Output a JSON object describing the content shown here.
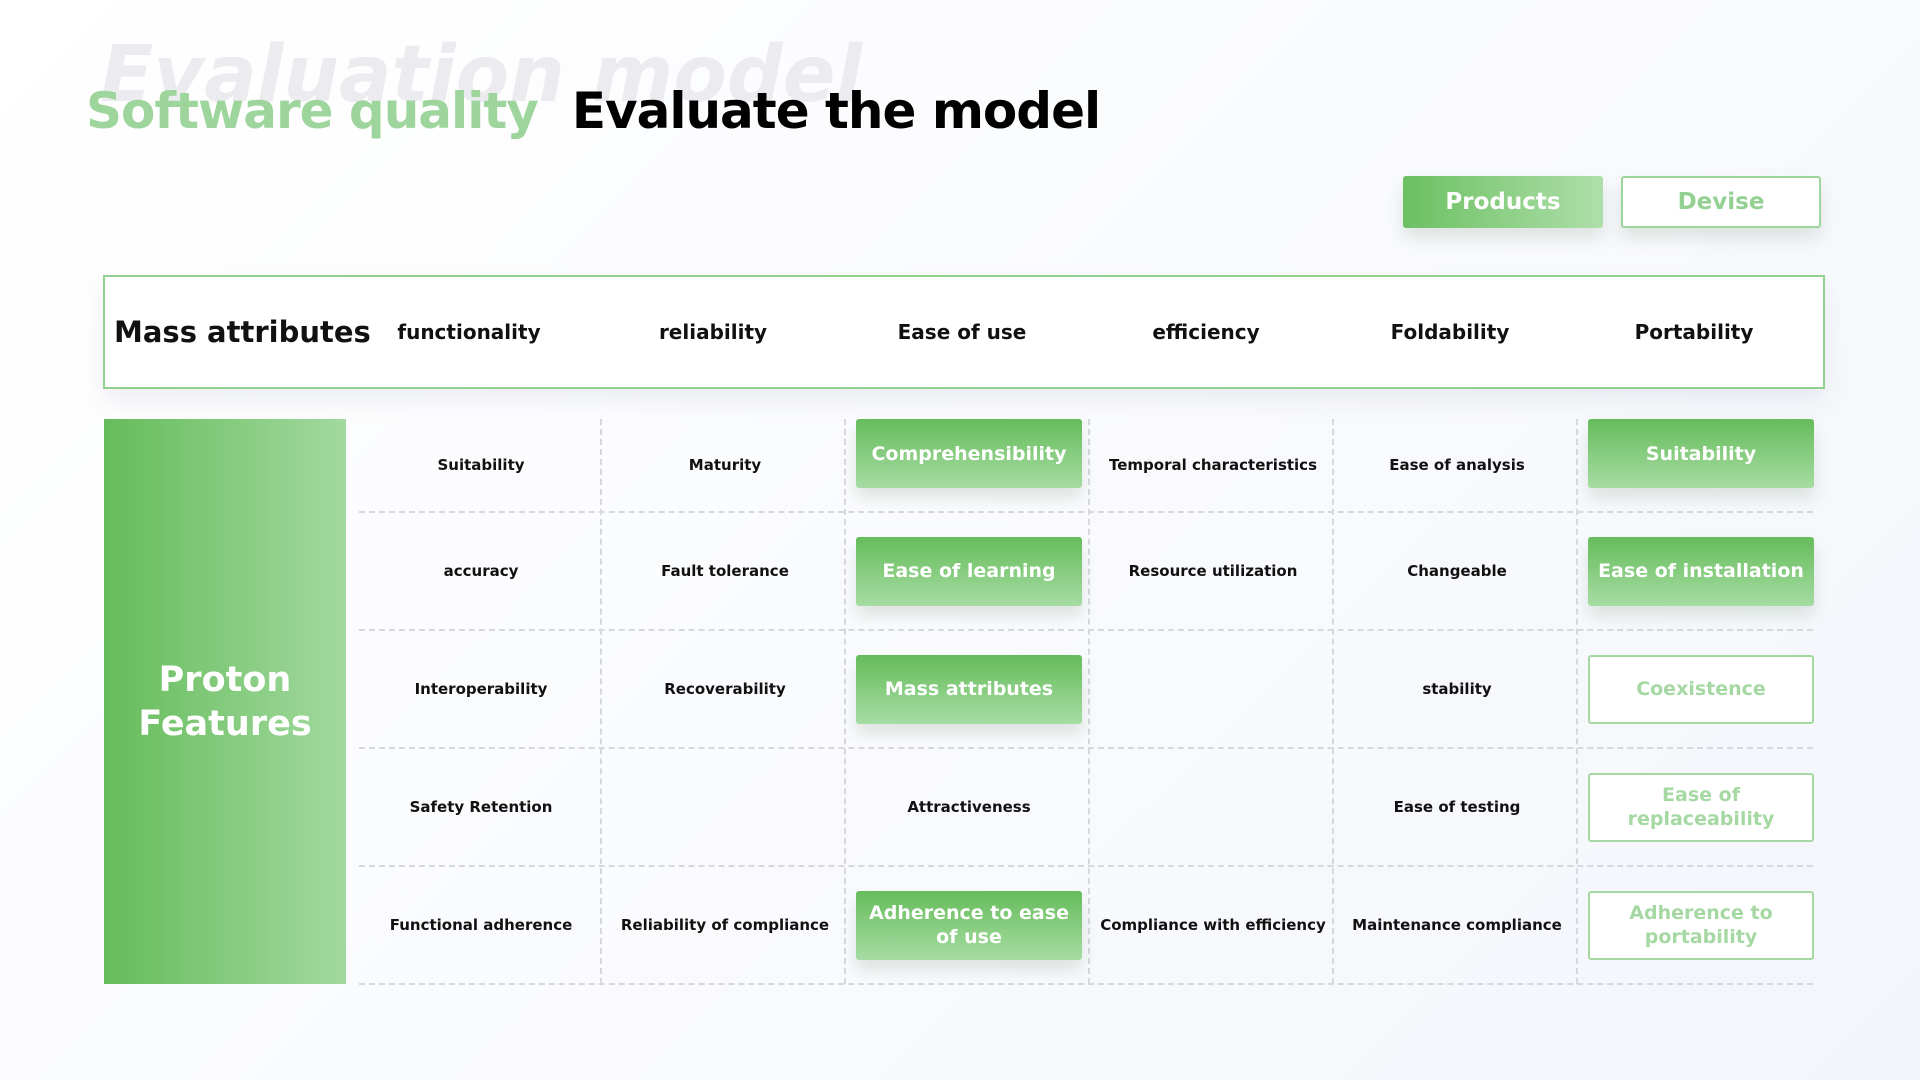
{
  "heading": {
    "watermark": "Evaluation model",
    "green": "Software quality",
    "main": "Evaluate the model"
  },
  "tabs": {
    "products": "Products",
    "devise": "Devise"
  },
  "table": {
    "first_header": "Mass attributes",
    "side_label_line1": "Proton",
    "side_label_line2": "Features",
    "columns": [
      "functionality",
      "reliability",
      "Ease of use",
      "efficiency",
      "Foldability",
      "Portability"
    ],
    "rows": [
      [
        "Suitability",
        "Maturity",
        "Comprehensibility",
        "Temporal characteristics",
        "Ease of analysis",
        "Suitability"
      ],
      [
        "accuracy",
        "Fault tolerance",
        "Ease of learning",
        "Resource utilization",
        "Changeable",
        "Ease of installation"
      ],
      [
        "Interoperability",
        "Recoverability",
        "Mass attributes",
        "",
        "stability",
        "Coexistence"
      ],
      [
        "Safety Retention",
        "",
        "Attractiveness",
        "",
        "Ease of testing",
        "Ease of replaceability"
      ],
      [
        "Functional adherence",
        "Reliability of compliance",
        "Adherence to ease of use",
        "Compliance with efficiency",
        "Maintenance compliance",
        "Adherence to portability"
      ]
    ]
  },
  "colors": {
    "accent_green": "#66bc5b",
    "light_green": "#a6dca3",
    "grid_line": "#d6d8dd"
  }
}
